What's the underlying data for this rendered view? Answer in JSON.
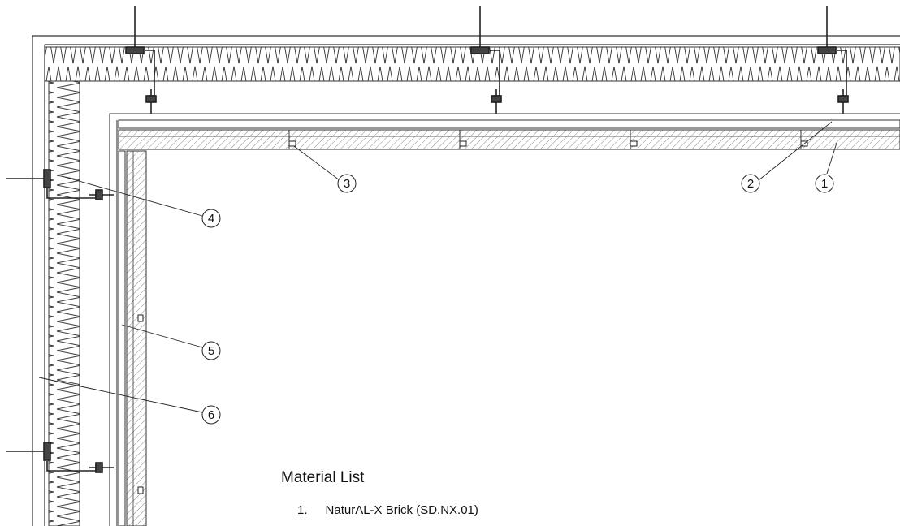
{
  "callouts": [
    "1",
    "2",
    "3",
    "4",
    "5",
    "6"
  ],
  "material_list": {
    "title": "Material List",
    "items": [
      {
        "number": "1.",
        "text": "NaturAL-X Brick (SD.NX.01)"
      }
    ]
  }
}
